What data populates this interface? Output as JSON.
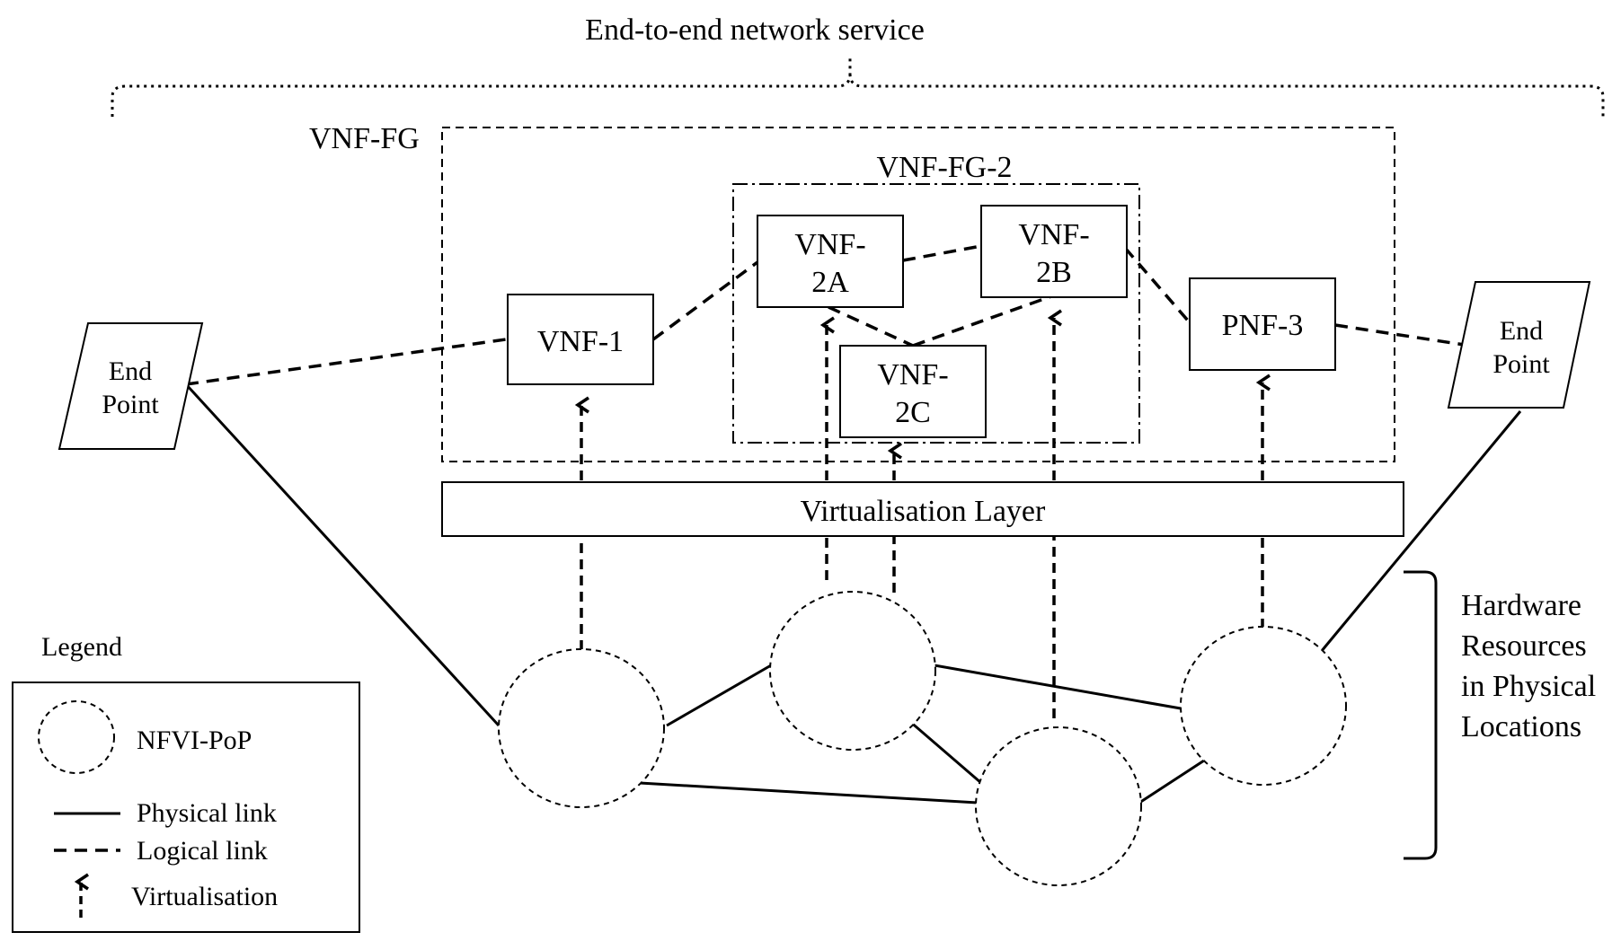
{
  "diagram": {
    "title": "End-to-end network service",
    "vnf_fg_label": "VNF-FG",
    "vnf_fg2_label": "VNF-FG-2",
    "nodes": {
      "vnf1": "VNF-1",
      "vnf2a_line1": "VNF-",
      "vnf2a_line2": "2A",
      "vnf2b_line1": "VNF-",
      "vnf2b_line2": "2B",
      "vnf2c_line1": "VNF-",
      "vnf2c_line2": "2C",
      "pnf3": "PNF-3"
    },
    "endpoint_left_line1": "End",
    "endpoint_left_line2": "Point",
    "endpoint_right_line1": "End",
    "endpoint_right_line2": "Point",
    "virtualisation_layer": "Virtualisation Layer",
    "hardware_line1": "Hardware",
    "hardware_line2": "Resources",
    "hardware_line3": "in Physical",
    "hardware_line4": "Locations"
  },
  "legend": {
    "title": "Legend",
    "nfvi_pop": "NFVI-PoP",
    "physical_link": "Physical link",
    "logical_link": "Logical link",
    "virtualisation": "Virtualisation"
  }
}
